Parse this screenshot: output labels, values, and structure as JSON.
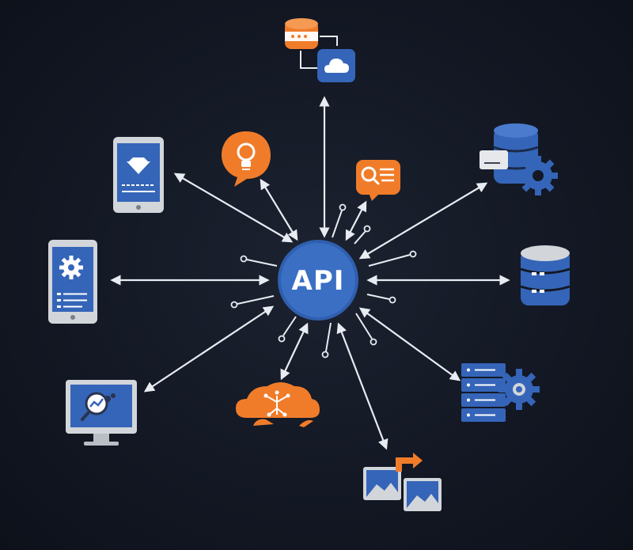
{
  "hub": {
    "label": "API"
  },
  "colors": {
    "background": "#131824",
    "hub": "#3b6fc4",
    "blue": "#3565b8",
    "orange": "#f07c2a",
    "device_gray": "#d2d5da",
    "connector": "#e8ecf2"
  },
  "nodes": [
    {
      "id": "cloud-database",
      "icon": "database-cloud-icon"
    },
    {
      "id": "tablet-top-left",
      "icon": "tablet-diamond-icon"
    },
    {
      "id": "lightbulb-bubble",
      "icon": "lightbulb-chat-icon"
    },
    {
      "id": "search-bubble",
      "icon": "search-chat-icon"
    },
    {
      "id": "database-gear",
      "icon": "database-gear-icon"
    },
    {
      "id": "tablet-left",
      "icon": "tablet-gear-icon"
    },
    {
      "id": "database-right",
      "icon": "database-icon"
    },
    {
      "id": "monitor-analytics",
      "icon": "monitor-search-icon"
    },
    {
      "id": "cloud-network",
      "icon": "cloud-network-icon"
    },
    {
      "id": "server-gear",
      "icon": "server-gear-icon"
    },
    {
      "id": "image-transfer",
      "icon": "image-transfer-icon"
    }
  ]
}
